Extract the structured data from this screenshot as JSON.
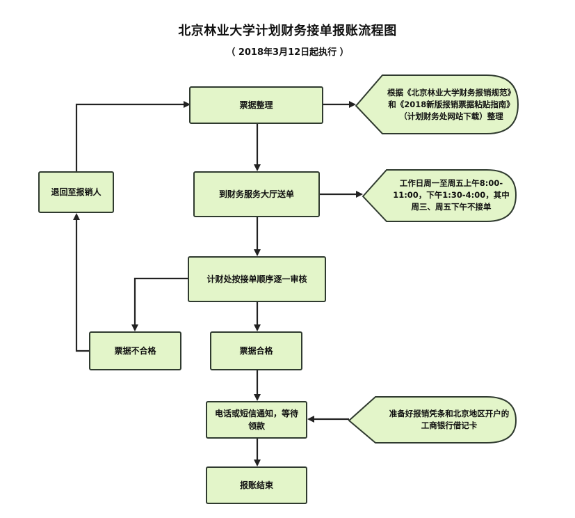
{
  "title": "北京林业大学计划财务接单报账流程图",
  "subtitle": "（ 2018年3月12日起执行 ）",
  "colors": {
    "box_fill": "#e3f5c9",
    "stroke": "#2f3a2f"
  },
  "steps": {
    "organize": "票据整理",
    "submit": "到财务服务大厅送单",
    "review": "计财处按接单顺序逐一审核",
    "pass": "票据合格",
    "fail": "票据不合格",
    "return": "退回至报销人",
    "notify": "电话或短信通知，等待领款",
    "end": "报账结束"
  },
  "notes": {
    "organize": "根据《北京林业大学财务报销规范》和《2018新版报销票据粘贴指南》（计划财务处网站下载）整理",
    "submit": "工作日周一至周五上午8:00-11:00，下午1:30-4:00，其中周三、周五下午不接单",
    "notify": "准备好报销凭条和北京地区开户的工商银行借记卡"
  }
}
